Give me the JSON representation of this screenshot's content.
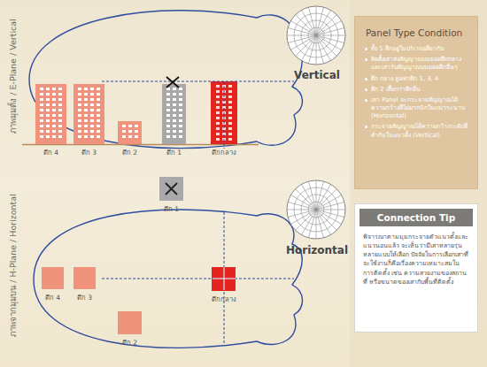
{
  "diagram": {
    "nodes": [
      {
        "text": [
          "Panel Type Condition",
          "ทั้ง 5 ตึกอยู่ในบริเวณเดียวกัน",
          "ติดตั้งเสาส่งสัญญาณบนยอดตึกกลาง และเสารับสัญญาณบนยอดตึกอื่นๆ",
          "ตึก กลาง สูงเท่าตึก 1, 3, 4",
          "ตึก 2 เตี้ยกว่าตึกอื่น",
          "เสา Panel จะกระจายสัญญาณได้ความกว้างที่ไม่มากนักในแนวระนาบ (Horizontal)",
          "กระจายสัญญาณได้ความกว้างระดับที่ต่ำกันในแนวตั้ง (Vertical)"
        ]
      },
      {
        "text": [
          "Connection Tip",
          "พิจารณาตามมุมกระจายตัวแนวตั้งและแนวนอนแล้ว จะเห็นว่ามีเสาหลายรุ่นหลายแบบให้เลือก ปัจจัยในการเลือกเสาที่จะใช้งานก็คือเรื่องความเหมาะสมในการติดตั้ง เช่น ความสวยงามของสถานที่ หรือขนาดของเสากับพื้นที่ติดตั้ง"
        ]
      },
      {
        "text": [
          "ตึก 4"
        ]
      },
      {
        "text": [
          "ตึก 3"
        ]
      },
      {
        "text": [
          "ตึก 2"
        ]
      },
      {
        "text": [
          "ตึก 1"
        ]
      },
      {
        "text": [
          "ตึกกลาง"
        ]
      },
      {
        "text": [
          "ตึก 1"
        ]
      },
      {
        "text": [
          "ตึก 4"
        ]
      },
      {
        "text": [
          "ตึก 3"
        ]
      },
      {
        "text": [
          "ตึกกลาง"
        ]
      },
      {
        "text": [
          "ตึก 2"
        ]
      }
    ],
    "labels": [
      "ภาพมุมตั้ง / E-Plane / Vertical",
      "Vertical",
      "ภาพจากมุมบน / H-Plane / Horizontal",
      "Horizontal"
    ]
  }
}
